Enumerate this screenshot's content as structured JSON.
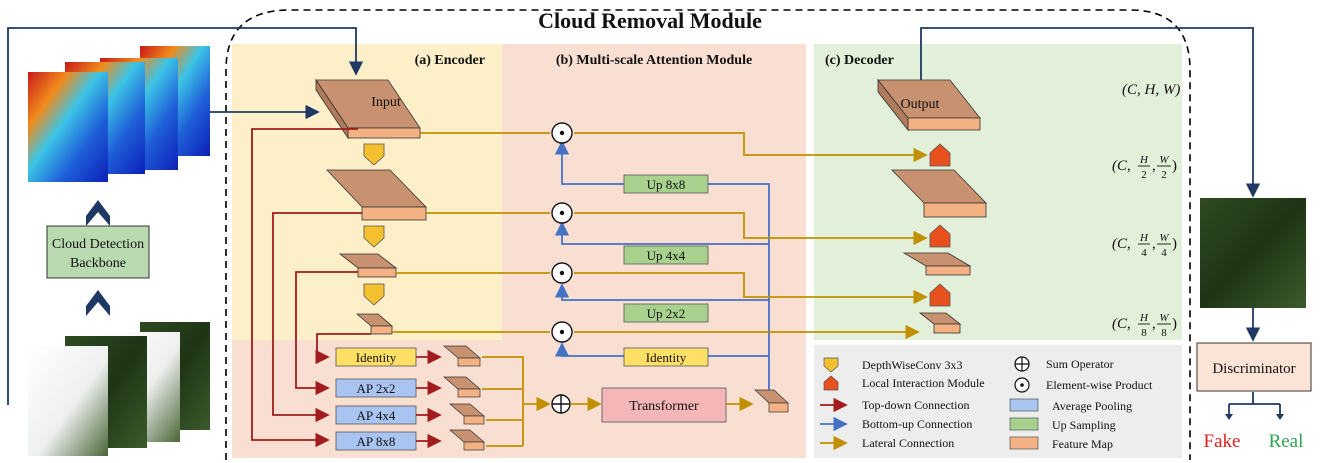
{
  "title": "Cloud Removal Module",
  "sections": {
    "encoder": "(a) Encoder",
    "attention": "(b) Multi-scale Attention Module",
    "decoder": "(c) Decoder"
  },
  "blocks": {
    "input": "Input",
    "output": "Output",
    "cloud_detection_line1": "Cloud Detection",
    "cloud_detection_line2": "Backbone",
    "transformer": "Transformer",
    "discriminator": "Discriminator",
    "fake": "Fake",
    "real": "Real"
  },
  "pooling": [
    "Identity",
    "AP 2x2",
    "AP 4x4",
    "AP 8x8"
  ],
  "upsampling": [
    "Up 8x8",
    "Up 4x4",
    "Up 2x2",
    "Identity"
  ],
  "scales": [
    {
      "c": "C",
      "h": "H",
      "w": "W"
    },
    {
      "c": "C",
      "h": "H",
      "hd": "2",
      "w": "W",
      "wd": "2"
    },
    {
      "c": "C",
      "h": "H",
      "hd": "4",
      "w": "W",
      "wd": "4"
    },
    {
      "c": "C",
      "h": "H",
      "hd": "8",
      "w": "W",
      "wd": "8"
    }
  ],
  "legend": {
    "depthwise": "DepthWiseConv 3x3",
    "local_interaction": "Local  Interaction Module",
    "top_down": "Top-down Connection",
    "bottom_up": "Bottom-up Connection",
    "lateral": "Lateral Connection",
    "sum": "Sum Operator",
    "product": "Element-wise Product",
    "avg_pool": "Average Pooling",
    "up_sampling": "Up Sampling",
    "feature_map": "Feature Map"
  },
  "colors": {
    "encoder_bg": "#FDEFC8",
    "attention_bg": "#F8DFD2",
    "decoder_bg": "#E2EFD9",
    "top_down": "#A11C1C",
    "bottom_up": "#4472C4",
    "lateral": "#C09000",
    "feature_top": "#C89270",
    "feature_front": "#F4B183",
    "identity_fill": "#FFE066",
    "pool_fill": "#A9C4F0",
    "up_fill": "#A9D18E",
    "transformer_fill": "#F4B6B6",
    "detect_fill": "#B9D9B0",
    "lim_fill": "#E8501E",
    "dw_fill": "#F5C02F",
    "fake_color": "#E0201E",
    "real_color": "#2EA44F"
  }
}
